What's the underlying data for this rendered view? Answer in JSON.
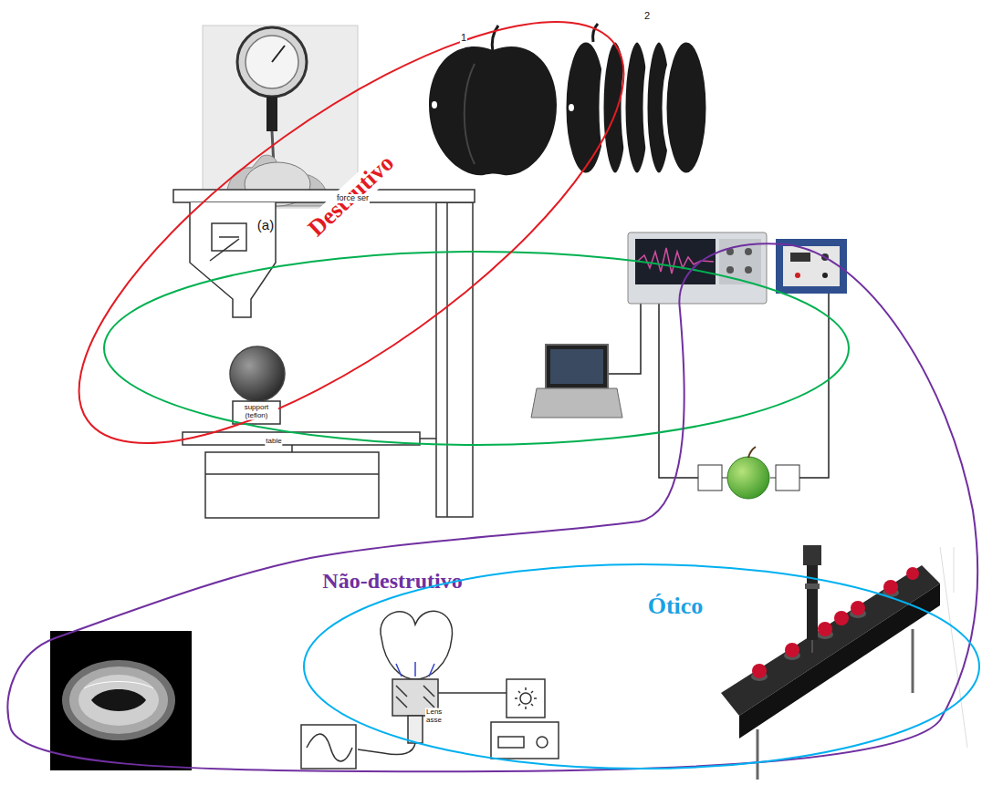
{
  "diagram": {
    "nodes": [
      {
        "text": [
          "Destrutivo"
        ]
      },
      {
        "text": [
          "Não-destrutivo"
        ]
      },
      {
        "text": [
          "Ótico"
        ],
        "in": 1
      }
    ],
    "labels": [
      "(a)",
      "1",
      "2",
      "force ser",
      "support (teflon)",
      "table",
      "Lens asse"
    ]
  }
}
